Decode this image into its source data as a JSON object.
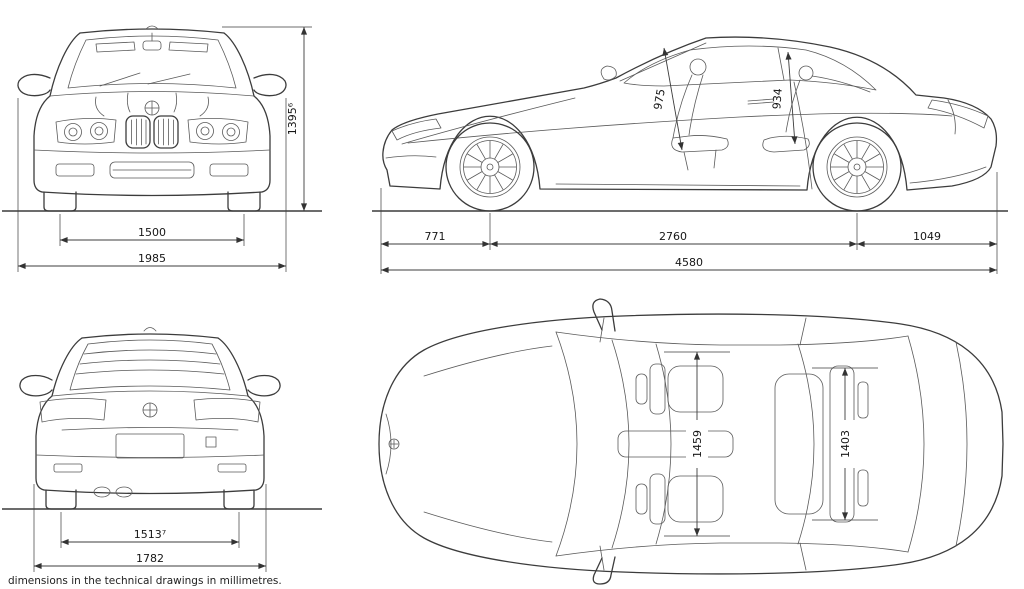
{
  "note": "dimensions in the technical drawings in millimetres.",
  "colors": {
    "line": "#3c3c3c",
    "text": "#161616"
  },
  "icons": {
    "brand_badge": "bmw-roundel-icon"
  },
  "front_view": {
    "track": "1500",
    "overall_width": "1985",
    "height": "1395⁶"
  },
  "side_view": {
    "headroom_front": "975",
    "headroom_rear": "934",
    "front_overhang": "771",
    "wheelbase": "2760",
    "rear_overhang": "1049",
    "overall_length": "4580"
  },
  "rear_view": {
    "track": "1513⁷",
    "body_width": "1782"
  },
  "top_view": {
    "shoulder_front": "1459",
    "shoulder_rear": "1403"
  }
}
